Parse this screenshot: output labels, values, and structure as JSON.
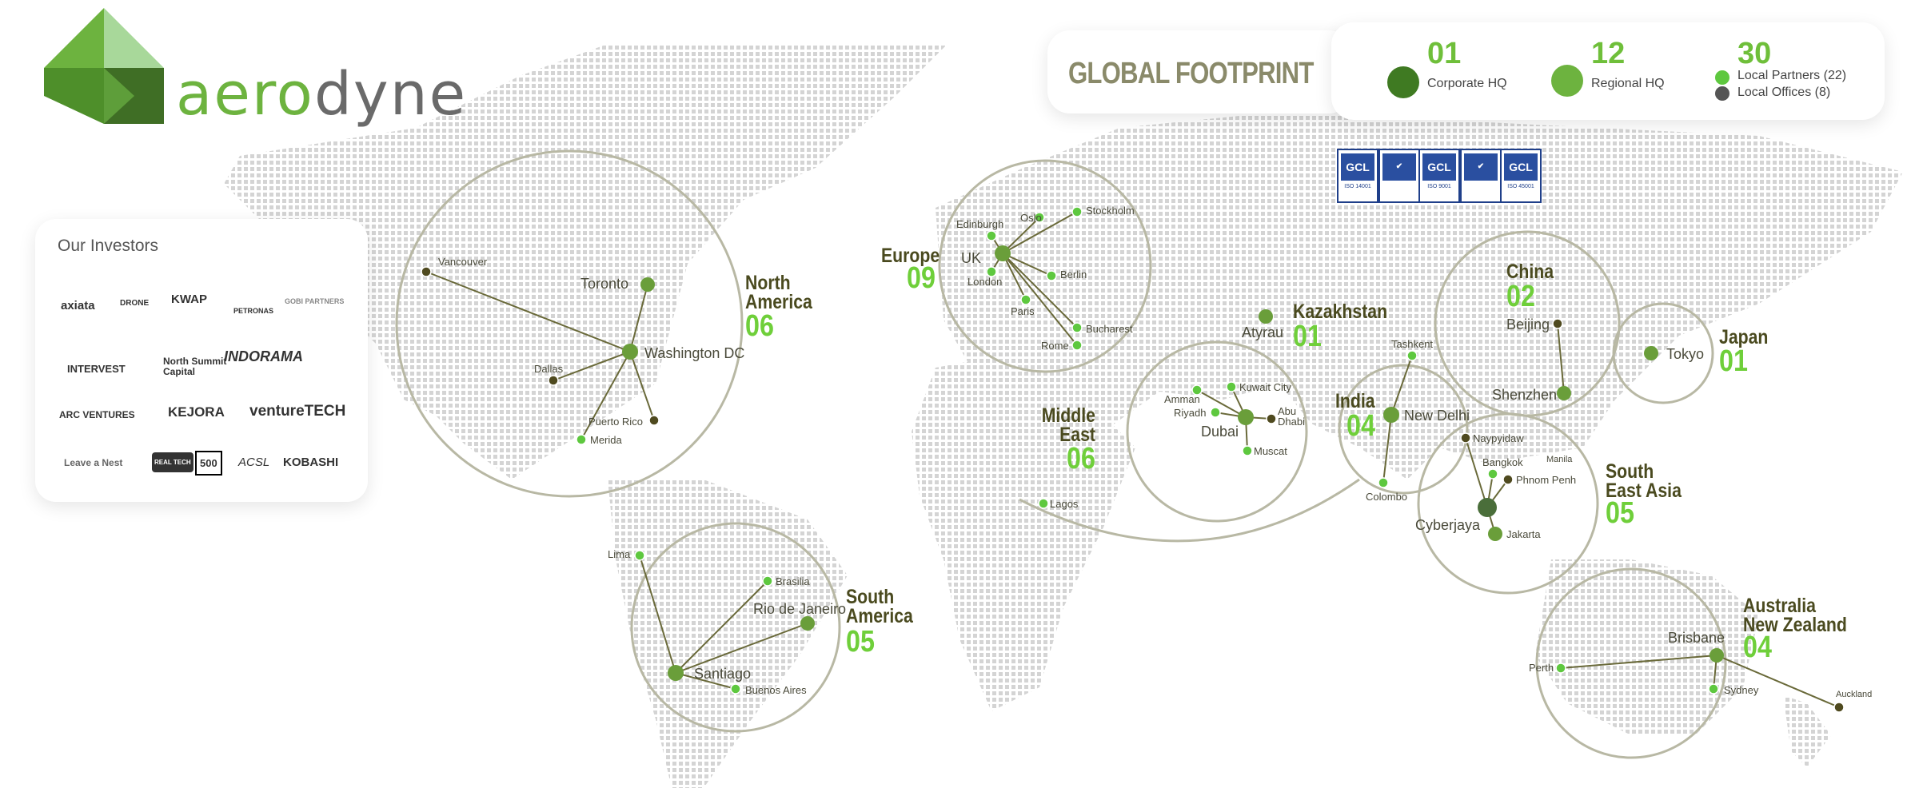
{
  "brand": {
    "name_part1": "aero",
    "name_part2": "dyne",
    "logo_icon": "aerodyne-pyramid-logo"
  },
  "title": "GLOBAL FOOTPRINT",
  "legend": [
    {
      "count": "01",
      "label": "Corporate HQ",
      "color": "#3f7a22"
    },
    {
      "count": "12",
      "label": "Regional HQ",
      "color": "#6db33f"
    },
    {
      "count": "30",
      "label_partners": "Local Partners (22)",
      "label_offices": "Local Offices (8)",
      "partner_color": "#5ec83f",
      "office_color": "#555555"
    }
  ],
  "certifications": [
    {
      "badge": "GCL",
      "caption": "ISO 14001"
    },
    {
      "badge": "GCL",
      "caption": "ISO 9001"
    },
    {
      "badge": "GCL",
      "caption": "ISO 45001"
    }
  ],
  "investors": {
    "heading": "Our Investors",
    "logos": [
      "axiata",
      "DRONE",
      "KWAP",
      "PETRONAS",
      "GOBI PARTNERS",
      "INTERVEST",
      "North Summit Capital",
      "INDORAMA",
      "ARC VENTURES",
      "KEJORA",
      "ventureTECH",
      "Leave a Nest",
      "REAL TECH",
      "500",
      "ACSL",
      "KOBASHI"
    ]
  },
  "regions": [
    {
      "name": "North\nAmerica",
      "count": "06"
    },
    {
      "name": "South\nAmerica",
      "count": "05"
    },
    {
      "name": "Europe",
      "count": "09"
    },
    {
      "name": "Middle\nEast",
      "count": "06"
    },
    {
      "name": "Kazakhstan",
      "count": "01"
    },
    {
      "name": "India",
      "count": "04"
    },
    {
      "name": "China",
      "count": "02"
    },
    {
      "name": "Japan",
      "count": "01"
    },
    {
      "name": "South\nEast Asia",
      "count": "05"
    },
    {
      "name": "Australia\nNew Zealand",
      "count": "04"
    }
  ],
  "cities": {
    "toronto": "Toronto",
    "washington": "Washington DC",
    "vancouver": "Vancouver",
    "dallas": "Dallas",
    "puerto_rico": "Puerto Rico",
    "merida": "Merida",
    "lima": "Lima",
    "brasilia": "Brasilia",
    "rio": "Rio de Janeiro",
    "santiago": "Santiago",
    "buenos_aires": "Buenos Aires",
    "edinburgh": "Edinburgh",
    "oslo": "Oslo",
    "stockholm": "Stockholm",
    "uk": "UK",
    "london": "London",
    "berlin": "Berlin",
    "paris": "Paris",
    "bucharest": "Bucharest",
    "rome": "Rome",
    "atyrau": "Atyrau",
    "amman": "Amman",
    "kuwait": "Kuwait City",
    "riyadh": "Riyadh",
    "dubai": "Dubai",
    "abu_dhabi": "Abu Dhabi",
    "muscat": "Muscat",
    "lagos": "Lagos",
    "tashkent": "Tashkent",
    "new_delhi": "New Delhi",
    "colombo": "Colombo",
    "beijing": "Beijing",
    "shenzhen": "Shenzhen",
    "tokyo": "Tokyo",
    "naypyidaw": "Naypyidaw",
    "bangkok": "Bangkok",
    "manila": "Manila",
    "phnom_penh": "Phnom Penh",
    "cyberjaya": "Cyberjaya",
    "jakarta": "Jakarta",
    "perth": "Perth",
    "brisbane": "Brisbane",
    "sydney": "Sydney",
    "auckland": "Auckland"
  }
}
